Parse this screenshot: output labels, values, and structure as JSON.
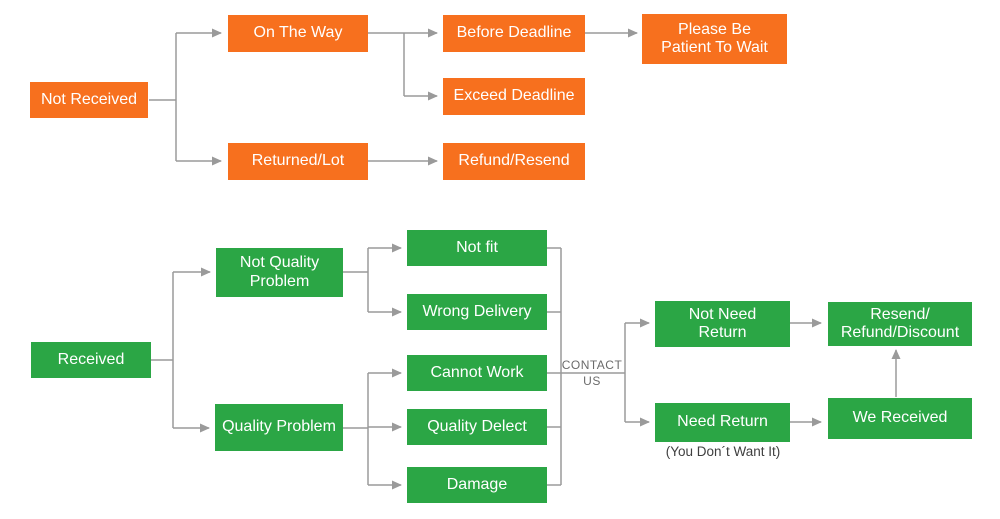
{
  "colors": {
    "orange_node": "#F7701E",
    "green_node": "#2BA645",
    "connector_gray": "#9a9a9a",
    "contact_text_gray": "#6b6b6b",
    "note_text_dark": "#3f3f3f",
    "node_text": "#ffffff",
    "background": "#ffffff"
  },
  "not_received_flow": {
    "not_received": "Not Received",
    "on_the_way": "On The Way",
    "returned_lot": "Returned/Lot",
    "before_deadline": "Before Deadline",
    "exceed_deadline": "Exceed Deadline",
    "refund_resend": "Refund/Resend",
    "please_wait_line1": "Please Be",
    "please_wait_line2": "Patient To Wait"
  },
  "received_flow": {
    "received": "Received",
    "not_quality_problem_line1": "Not Quality",
    "not_quality_problem_line2": "Problem",
    "quality_problem": "Quality Problem",
    "not_fit": "Not fit",
    "wrong_delivery": "Wrong Delivery",
    "cannot_work": "Cannot Work",
    "quality_delect": "Quality Delect",
    "damage": "Damage",
    "contact_line1": "CONTACT",
    "contact_line2": "US",
    "not_need_return_line1": "Not Need",
    "not_need_return_line2": "Return",
    "need_return": "Need Return",
    "need_return_note": "(You Don´t Want It)",
    "resend_refund_line1": "Resend/",
    "resend_refund_line2": "Refund/Discount",
    "we_received": "We Received"
  }
}
